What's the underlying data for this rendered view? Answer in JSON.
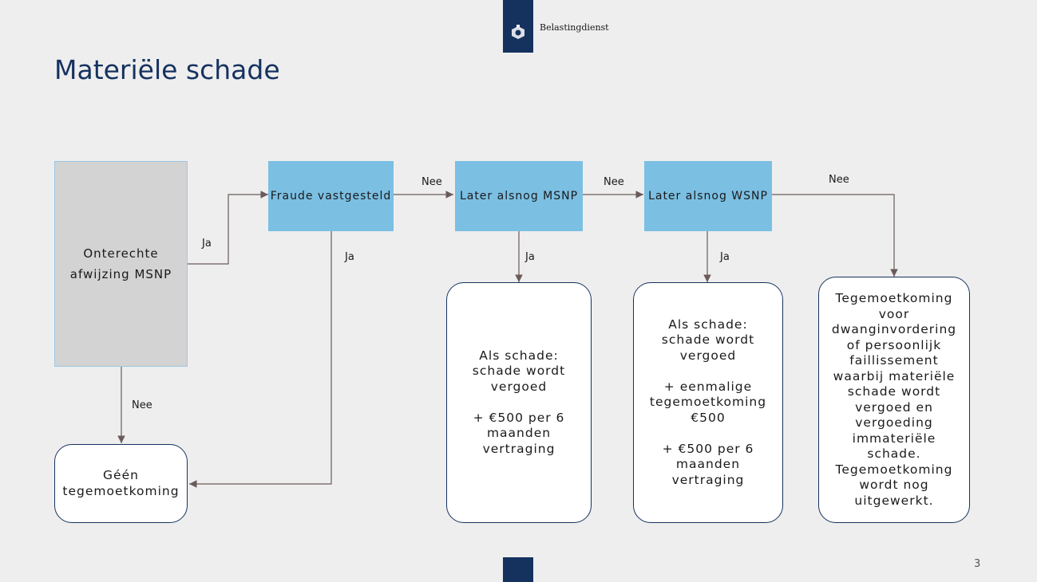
{
  "header": {
    "logo_text": "Belastingdienst",
    "title": "Materiële schade"
  },
  "nodes": {
    "onterechte": "Onterechte\nafwijzing MSNP",
    "fraude": "Fraude vastgesteld",
    "later_msnp": "Later alsnog MSNP",
    "later_wsnp": "Later alsnog WSNP",
    "geen": "Géén\ntegemoetkoming",
    "result_msnp": "Als schade:\nschade wordt\nvergoed\n\n+ €500 per 6\nmaanden\nvertraging",
    "result_wsnp": "Als schade:\nschade wordt\nvergoed\n\n+ eenmalige\ntegemoetkoming\n€500\n\n+ €500 per 6\nmaanden\nvertraging",
    "result_nee": "Tegemoetkoming\nvoor\ndwanginvordering\nof persoonlijk\nfaillissement\nwaarbij materiële\nschade wordt\nvergoed en\nvergoeding\nimmateriële\nschade.\nTegemoetkoming\nwordt nog\nuitgewerkt."
  },
  "edges": {
    "ja_onterechte": "Ja",
    "nee_onterechte": "Nee",
    "ja_fraude": "Ja",
    "nee_fraude": "Nee",
    "ja_msnp": "Ja",
    "nee_msnp": "Nee",
    "ja_wsnp": "Ja",
    "nee_wsnp": "Nee"
  },
  "footer": {
    "page_number": "3"
  },
  "colors": {
    "brand": "#15325f",
    "process_box": "#7bbfe3",
    "start_box": "#d3d3d3",
    "arrow": "#6b5a5a"
  }
}
